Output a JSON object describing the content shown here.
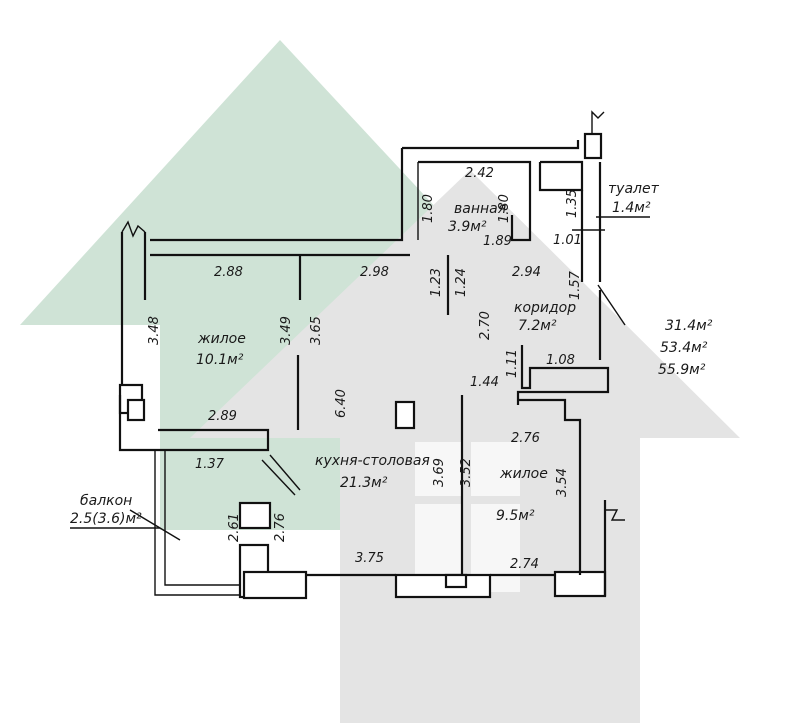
{
  "colors": {
    "green_house": "#cfe3d6",
    "gray_house": "#e4e4e4",
    "walls": "#111111"
  },
  "rooms": {
    "bathroom": {
      "name": "ванная",
      "area": "3.9м²"
    },
    "toilet": {
      "name": "туалет",
      "area": "1.4м²"
    },
    "corridor": {
      "name": "коридор",
      "area": "7.2м²"
    },
    "living1": {
      "name": "жилое",
      "area": "10.1м²"
    },
    "kitchen": {
      "name": "кухня-столовая",
      "area": "21.3м²"
    },
    "living2": {
      "name": "жилое",
      "area": "9.5м²"
    },
    "balcony": {
      "name": "балкон",
      "area": "2.5(3.6)м²"
    }
  },
  "totals": [
    "31.4м²",
    "53.4м²",
    "55.9м²"
  ],
  "dimensions": {
    "d_2_42": "2.42",
    "d_1_80a": "1.80",
    "d_1_80b": "1.80",
    "d_1_35": "1.35",
    "d_1_89": "1.89",
    "d_1_01": "1.01",
    "d_2_88": "2.88",
    "d_2_98": "2.98",
    "d_1_23": "1.23",
    "d_1_24": "1.24",
    "d_2_94": "2.94",
    "d_1_57": "1.57",
    "d_2_70": "2.70",
    "d_3_48": "3.48",
    "d_3_49": "3.49",
    "d_3_65": "3.65",
    "d_1_11": "1.11",
    "d_1_08": "1.08",
    "d_1_44": "1.44",
    "d_6_40": "6.40",
    "d_2_89": "2.89",
    "d_2_76a": "2.76",
    "d_1_37": "1.37",
    "d_3_69": "3.69",
    "d_3_52": "3.52",
    "d_3_54": "3.54",
    "d_2_61": "2.61",
    "d_2_76b": "2.76",
    "d_3_75": "3.75",
    "d_2_74": "2.74"
  }
}
